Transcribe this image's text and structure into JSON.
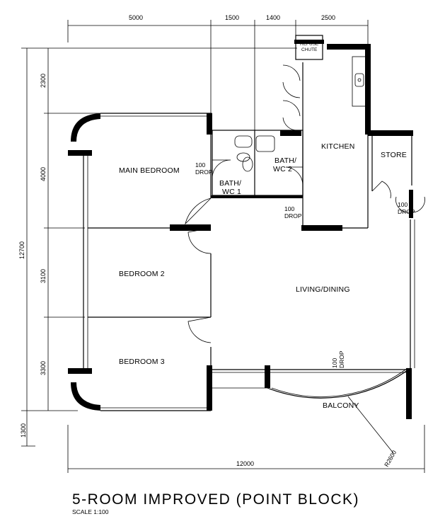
{
  "dimensions": {
    "top": [
      "5000",
      "1500",
      "1400",
      "2500"
    ],
    "left": [
      "2300",
      "4000",
      "3100",
      "3300",
      "1300"
    ],
    "overall_height": "12700",
    "overall_width": "12000"
  },
  "rooms": {
    "main_bedroom": "MAIN BEDROOM",
    "bedroom_2": "BEDROOM 2",
    "bedroom_3": "BEDROOM 3",
    "bath_wc_1_line1": "BATH/",
    "bath_wc_1_line2": "WC 1",
    "bath_wc_2_line1": "BATH/",
    "bath_wc_2_line2": "WC 2",
    "kitchen": "KITCHEN",
    "store": "STORE",
    "living_dining": "LIVING/DINING",
    "balcony": "BALCONY",
    "refuse_chute_line1": "REFUSE",
    "refuse_chute_line2": "CHUTE"
  },
  "drops": {
    "value": "100",
    "label": "DROP"
  },
  "radius_label": "R2600",
  "title": "5-ROOM IMPROVED (POINT BLOCK)",
  "scale": "SCALE  1:100"
}
